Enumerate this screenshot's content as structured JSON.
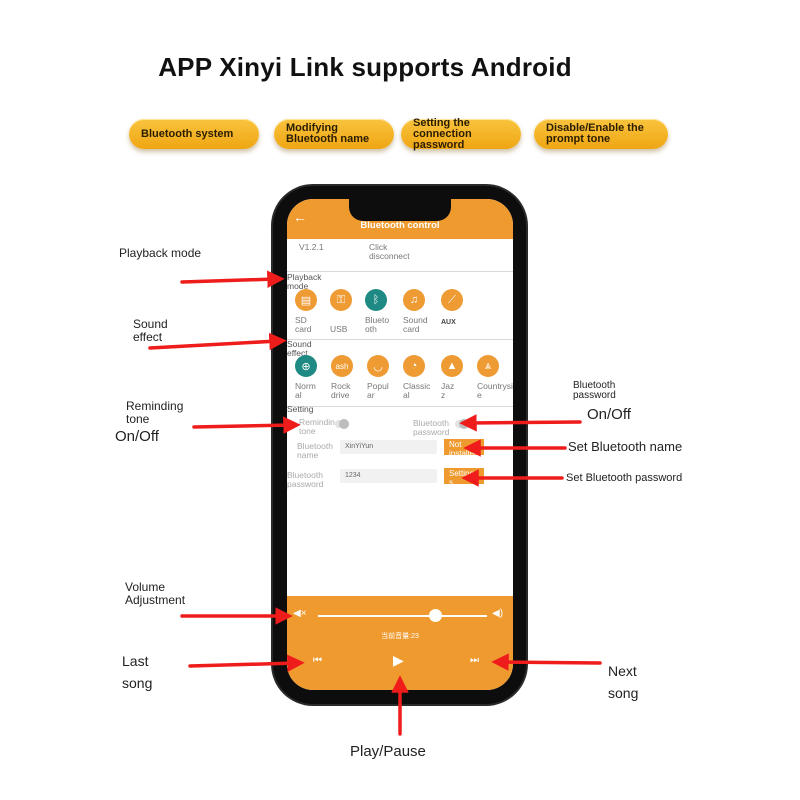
{
  "headline": "APP Xinyi Link supports Android",
  "features": [
    {
      "label": "Bluetooth system"
    },
    {
      "label": "Modifying\nBluetooth name"
    },
    {
      "label": "Setting the\nconnection password"
    },
    {
      "label": "Disable/Enable the\nprompt tone"
    }
  ],
  "app": {
    "title": "Bluetooth control",
    "back_icon": "arrow-left-icon",
    "version": "V1.2.1",
    "disconnect": "Click\ndisconnect",
    "playback_label": "Playback\nmode",
    "modes": [
      {
        "label": "SD\ncard",
        "icon": "sd-card-icon",
        "glyph": "▤"
      },
      {
        "label": "USB",
        "icon": "usb-icon",
        "glyph": "⚿"
      },
      {
        "label": "Blueto\noth",
        "icon": "bluetooth-icon",
        "glyph": "ᛒ"
      },
      {
        "label": "Sound\ncard",
        "icon": "music-note-icon",
        "glyph": "♫"
      },
      {
        "label": "AUX",
        "icon": "aux-icon",
        "glyph": "⟋"
      }
    ],
    "effect_label": "Sound\neffect",
    "effects": [
      {
        "label": "Norm\nal",
        "icon": "plus-circle-icon",
        "glyph": "⊕"
      },
      {
        "label": "Rock\ndrive",
        "icon": "rock-hand-icon",
        "glyph": "ash"
      },
      {
        "label": "Popul\nar",
        "icon": "headphones-icon",
        "glyph": "◡"
      },
      {
        "label": "Classic\nal",
        "icon": "disc-icon",
        "glyph": "◔"
      },
      {
        "label": "Jaz\nz",
        "icon": "hat-icon",
        "glyph": "▲"
      },
      {
        "label": "Countrysid\ne",
        "icon": "tree-icon",
        "glyph": "⩓"
      }
    ],
    "setting_label": "Setting",
    "remind_label": "Remindin\ntone",
    "bt_password_toggle_label": "Bluetooth\npassword",
    "bt_name_label": "Bluetooth\nname",
    "bt_name_value": "XinYiYun",
    "bt_name_button": "Not\ninstalled",
    "bt_password_label": "Bluetooth\npassword",
    "bt_password_value": "1234",
    "bt_password_button": "Setting\ns",
    "volume_text": "当前音量:23",
    "volume_level": 23,
    "prev_icon": "skip-back-icon",
    "play_icon": "play-icon",
    "next_icon": "skip-forward-icon",
    "mute_icon": "volume-low-icon",
    "volume_up_icon": "volume-high-icon"
  },
  "callouts": {
    "playback_mode": "Playback mode",
    "sound_effect": "Sound\neffect",
    "reminding_tone": "Reminding\ntone",
    "on_off_left": "On/Off",
    "bt_password_top": "Bluetooth\npassword",
    "on_off_right": "On/Off",
    "set_bt_name": "Set Bluetooth name",
    "set_bt_password": "Set Bluetooth password",
    "volume": "Volume\nAdjustment",
    "last_song": "Last\nsong",
    "next_song": "Next\nsong",
    "play_pause": "Play/Pause"
  },
  "colors": {
    "accent": "#ef9a2f",
    "active_mode": "#1e8a83",
    "arrow": "#ef1c1c",
    "pill": "#f4b52a"
  }
}
